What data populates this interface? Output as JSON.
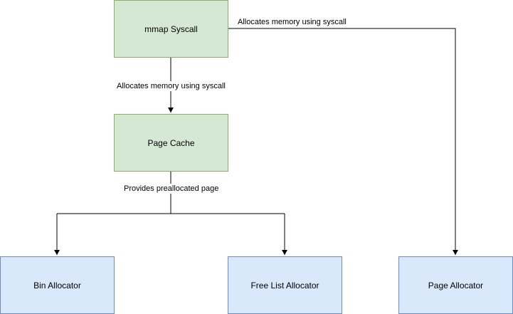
{
  "colors": {
    "green_fill": "#d5e8d4",
    "green_stroke": "#82b366",
    "blue_fill": "#dae8fc",
    "blue_stroke": "#6c8ebf",
    "edge": "#000000"
  },
  "nodes": {
    "mmap": {
      "label": "mmap Syscall"
    },
    "page_cache": {
      "label": "Page Cache"
    },
    "bin_allocator": {
      "label": "Bin Allocator"
    },
    "free_list_allocator": {
      "label": "Free List Allocator"
    },
    "page_allocator": {
      "label": "Page Allocator"
    }
  },
  "edges": {
    "mmap_to_page_allocator": {
      "label": "Allocates memory using syscall"
    },
    "mmap_to_page_cache": {
      "label": "Allocates memory using syscall"
    },
    "page_cache_to_allocators": {
      "label": "Provides preallocated page"
    }
  }
}
